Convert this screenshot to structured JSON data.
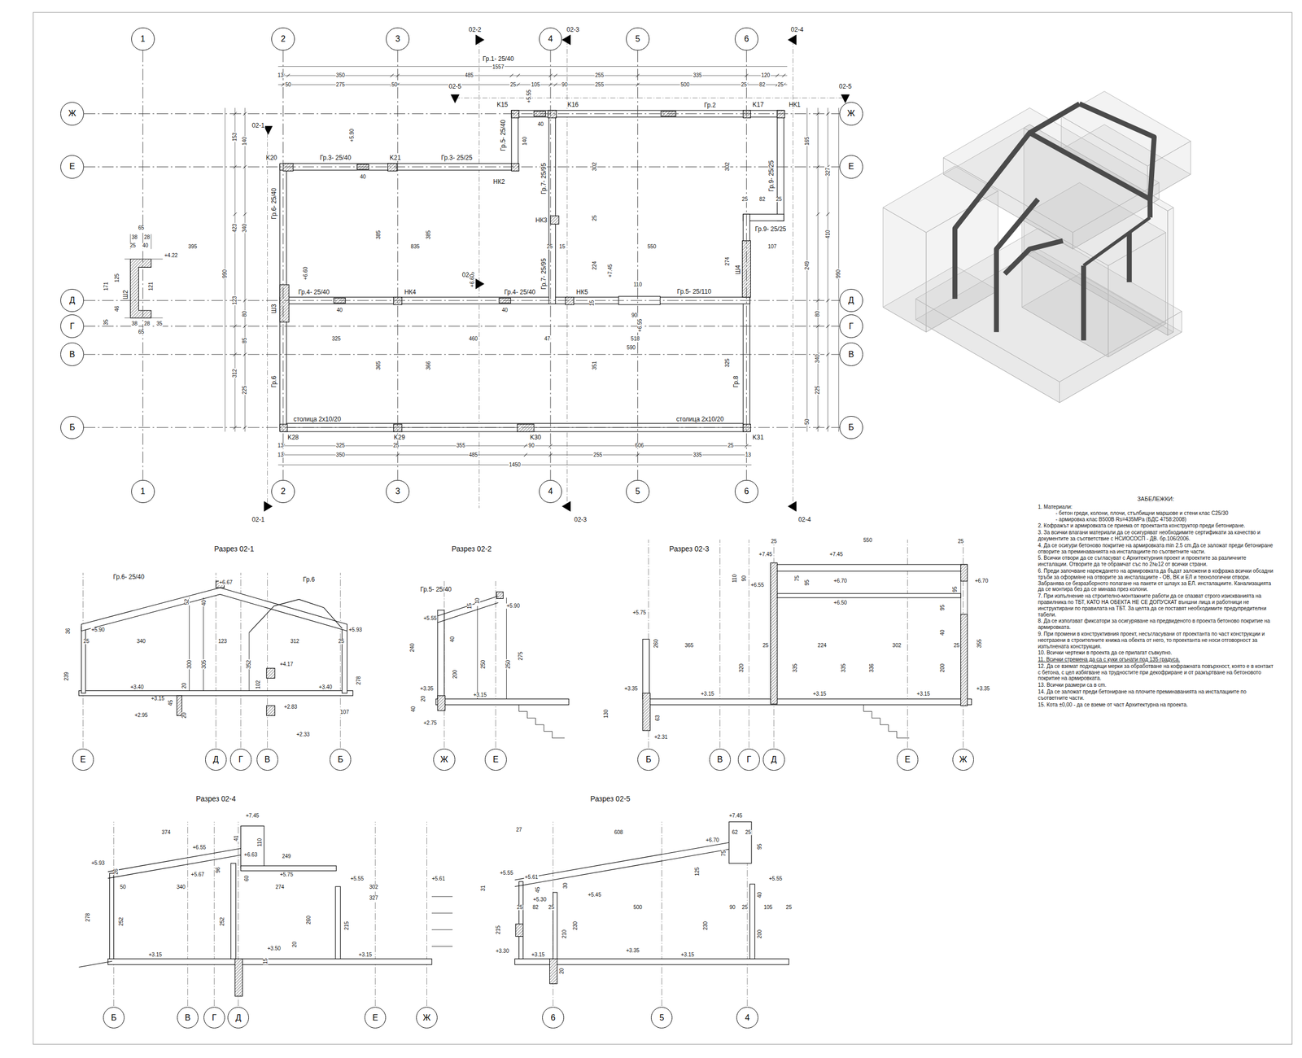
{
  "diagram": {
    "nodes": [
      {
        "text": [
          "1"
        ]
      },
      {
        "text": [
          "2"
        ]
      },
      {
        "text": [
          "3"
        ]
      },
      {
        "text": [
          "4"
        ]
      },
      {
        "text": [
          "5"
        ]
      },
      {
        "text": [
          "6"
        ]
      },
      {
        "text": [
          "Ж"
        ]
      },
      {
        "text": [
          "Ж"
        ]
      },
      {
        "text": [
          "Е"
        ]
      },
      {
        "text": [
          "Е"
        ]
      },
      {
        "text": [
          "Д"
        ]
      },
      {
        "text": [
          "Д"
        ]
      },
      {
        "text": [
          "Г"
        ]
      },
      {
        "text": [
          "Г"
        ]
      },
      {
        "text": [
          "В"
        ]
      },
      {
        "text": [
          "В"
        ]
      },
      {
        "text": [
          "Б"
        ]
      },
      {
        "text": [
          "Б"
        ]
      },
      {
        "text": [
          "1"
        ]
      },
      {
        "text": [
          "2"
        ]
      },
      {
        "text": [
          "3"
        ]
      },
      {
        "text": [
          "4"
        ]
      },
      {
        "text": [
          "5"
        ]
      },
      {
        "text": [
          "6"
        ]
      },
      {
        "text": [
          "Е"
        ]
      },
      {
        "text": [
          "Д"
        ]
      },
      {
        "text": [
          "Г"
        ]
      },
      {
        "text": [
          "В"
        ]
      },
      {
        "text": [
          "Б"
        ]
      },
      {
        "text": [
          "Ж"
        ]
      },
      {
        "text": [
          "Е"
        ]
      },
      {
        "text": [
          "Б"
        ]
      },
      {
        "text": [
          "В"
        ]
      },
      {
        "text": [
          "Г"
        ]
      },
      {
        "text": [
          "Д"
        ]
      },
      {
        "text": [
          "Е"
        ]
      },
      {
        "text": [
          "Ж"
        ]
      },
      {
        "text": [
          "Б"
        ]
      },
      {
        "text": [
          "В"
        ]
      },
      {
        "text": [
          "Г"
        ]
      },
      {
        "text": [
          "Д"
        ]
      },
      {
        "text": [
          "Е"
        ]
      },
      {
        "text": [
          "Ж"
        ]
      },
      {
        "text": [
          "6"
        ]
      },
      {
        "text": [
          "5"
        ]
      },
      {
        "text": [
          "4"
        ]
      }
    ],
    "edges": [
      {
        "from": 0,
        "to": 18,
        "arrow": "none"
      },
      {
        "from": 1,
        "to": 19,
        "arrow": "none"
      },
      {
        "from": 2,
        "to": 20,
        "arrow": "none"
      },
      {
        "from": 3,
        "to": 21,
        "arrow": "none"
      },
      {
        "from": 4,
        "to": 22,
        "arrow": "none"
      },
      {
        "from": 5,
        "to": 23,
        "arrow": "none"
      },
      {
        "from": 6,
        "to": 7,
        "arrow": "none"
      },
      {
        "from": 8,
        "to": 9,
        "arrow": "none"
      },
      {
        "from": 10,
        "to": 11,
        "arrow": "none"
      },
      {
        "from": 12,
        "to": 13,
        "arrow": "none"
      },
      {
        "from": 14,
        "to": 15,
        "arrow": "none"
      },
      {
        "from": 16,
        "to": 17,
        "arrow": "none"
      }
    ],
    "labels": [
      "Гр.1- 25/40",
      "1557",
      "13",
      "350",
      "485",
      "255",
      "335",
      "120",
      "50",
      "275",
      "50",
      "02-5",
      "25",
      "105",
      "90",
      "255",
      "500",
      "25",
      "82",
      "25",
      "02-5",
      "02-2",
      "02-3",
      "02-4",
      "+5.55",
      "40",
      "K15",
      "K16",
      "Гр.2",
      "K17",
      "НК1",
      "02-1",
      "+5.90",
      "K20",
      "Гр.3- 25/40",
      "40",
      "K21",
      "Гр.3- 25/25",
      "НК2",
      "Гр.5- 25/40",
      "140",
      "Гр.7- 25/95",
      "302",
      "302",
      "Гр.9- 25/25",
      "25",
      "82",
      "25",
      "НК3",
      "25",
      "Гр.9- 25/25",
      "395",
      "835",
      "25",
      "15",
      "550",
      "107",
      "385",
      "385",
      "224",
      "274",
      "Ш4",
      "+7.45",
      "110",
      "02-2",
      "+6.60",
      "+6.60",
      "Гр.4- 25/40",
      "НК4",
      "Гр.4- 25/40",
      "Гр.7- 25/95",
      "НК5",
      "Гр.5- 25/110",
      "Ш3",
      "40",
      "40",
      "15",
      "90",
      "+6.55",
      "325",
      "460",
      "47",
      "518",
      "590",
      "365",
      "366",
      "351",
      "325",
      "Гр.6",
      "Гр.8",
      "Гр.6- 25/40",
      "столица 2х10/20",
      "столица 2х10/20",
      "K28",
      "K29",
      "K30",
      "K31",
      "13",
      "325",
      "25",
      "355",
      "90",
      "606",
      "25",
      "13",
      "350",
      "485",
      "255",
      "335",
      "13",
      "1450",
      "02-1",
      "02-3",
      "02-4",
      "990",
      "153",
      "423",
      "123",
      "312",
      "140",
      "340",
      "80",
      "85",
      "225",
      "165",
      "327",
      "410",
      "249",
      "990",
      "80",
      "340",
      "225",
      "50",
      "65",
      "38",
      "28",
      "25",
      "40",
      "+4.22",
      "171",
      "125",
      "121",
      "Ш2",
      "46",
      "35",
      "38",
      "28",
      "35",
      "65",
      "Разрез 02-1",
      "Гр.6- 25/40",
      "+6.67",
      "Гр.6",
      "52",
      "40",
      "+5.90",
      "36",
      "+5.93",
      "25",
      "340",
      "123",
      "312",
      "25",
      "239",
      "300",
      "305",
      "352",
      "278",
      "+4.17",
      "102",
      "+3.40",
      "+3.40",
      "+3.15",
      "20",
      "45",
      "20",
      "+2.83",
      "+2.95",
      "107",
      "+2.33",
      "Разрез 02-2",
      "Гр.5- 25/40",
      "15",
      "10",
      "+5.90",
      "+5.55",
      "40",
      "240",
      "250",
      "250",
      "275",
      "200",
      "+3.35",
      "+3.15",
      "20",
      "40",
      "+2.75",
      "Разрез 02-3",
      "550",
      "25",
      "25",
      "+7.45",
      "+7.45",
      "110",
      "90",
      "75",
      "95",
      "+6.70",
      "95",
      "+6.70",
      "+6.55",
      "+6.50",
      "95",
      "+5.75",
      "40",
      "260",
      "365",
      "25",
      "224",
      "302",
      "25",
      "355",
      "320",
      "335",
      "335",
      "336",
      "200",
      "+3.35",
      "+3.15",
      "+3.15",
      "+3.15",
      "+3.35",
      "130",
      "63",
      "+2.31",
      "Разрез 02-4",
      "+7.45",
      "374",
      "41",
      "110",
      "+6.63",
      "+6.55",
      "249",
      "+5.93",
      "96",
      "60",
      "26",
      "+5.75",
      "+5.67",
      "+5.55",
      "+5.61",
      "50",
      "340",
      "274",
      "302",
      "327",
      "278",
      "252",
      "252",
      "260",
      "215",
      "20",
      "+3.50",
      "+3.15",
      "+3.15",
      "15",
      "Разрез 02-5",
      "+7.45",
      "27",
      "608",
      "62",
      "25",
      "+6.70",
      "75",
      "95",
      "125",
      "+5.55",
      "+5.61",
      "+5.55",
      "45",
      "30",
      "31",
      "40",
      "+5.45",
      "+5.30",
      "25",
      "82",
      "25",
      "500",
      "90",
      "25",
      "105",
      "25",
      "230",
      "230",
      "215",
      "210",
      "200",
      "+3.35",
      "+3.30",
      "+3.15",
      "+3.15",
      "20",
      "ЗАБЕЛЕЖКИ:",
      "1. Материали:",
      "- бетон греди, колони, плочи, стълбищни маршове и стени клас C25/30",
      "- армировка клас B500B Rs=435MPa (БДС 4758:2008)",
      "2. Кофражът и армировката се приема от проектанта конструктор преди бетониране.",
      "3. За всички влагани материали да се осигуряват необходимите сертификати за качество и документите за съответствие с НСИОСОСП - ДВ. бр.106/2006.",
      "4. Да се осигури бетоново покритие на армировката min 2.5 cm.Да се заложат преди бетониране отворите за преминаванията на инсталациите по съответните части.",
      "5. Всички отвори да се съгласуват с Архитектурния проект и проектите за различните инсталации. Отворите да те обрамчат със по 2№12 от всички страни.",
      "6. Преди започване нареждането на армировката да бъдат заложени в кофража всички обсадни тръби за оформяне на отворите за инсталациите - ОВ, ВК и ЕЛ и технологични отвори. Забранява се безразборното полагане на пакети от шлаух за ЕЛ. инсталациите. Канализацията да се монтира без да се минава през колони.",
      "7. При изпълнение на строително-монтажните работи да се спазват строго изискванията на правилника по ТБТ, КАТО НА ОБЕКТА НЕ СЕ ДОПУСКАТ външни лица и работници не инструктирани по правилата на ТБТ. За целта да се поставят необходимите предупредителни табели.",
      "8. Да се използват фиксатори за осигуряване на предвиденото в проекта бетоново покритие на армировката.",
      "9. При промени в конструктивния проект, несъгласувани от проектанта по част конструкции и неотразени в строителните книжа на обекта от него, то проектанта не носи отговорност за изпълнената конструкция.",
      "10. Всички чертежи в проекта да се прилагат съвкупно.",
      "11. Всички стремена да са с куки огънати под 135 градуса.",
      "12. Да се вземат подходящи мерки за обработване на кофражната повърхност, която е в контакт с бетона, с цел избягване на трудностите при декофриране и от разкъртване на бетоновото покритие на армировката.",
      "13. Всички размери са в cm.",
      "14. Да се заложат преди бетониране на плочите преминаванията на инсталациите по съответните части.",
      "15. Кота ±0,00 - да се вземе от част Архитектурна на проекта."
    ]
  }
}
